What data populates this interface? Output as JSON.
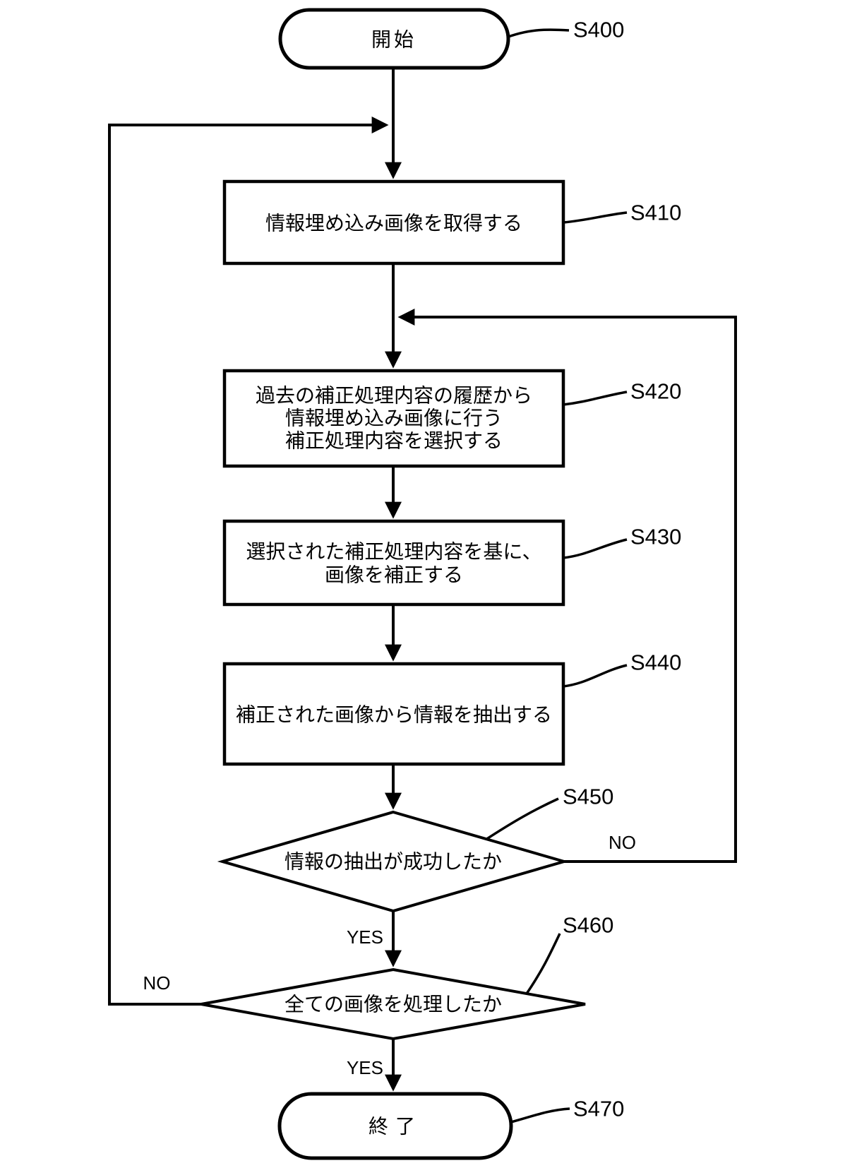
{
  "diagram": {
    "type": "flowchart",
    "colors": {
      "stroke": "#000000",
      "background": "#ffffff"
    },
    "start": {
      "label": "開始",
      "step": "S400"
    },
    "steps": [
      {
        "id": "S410",
        "lines": [
          "情報埋め込み画像を取得する"
        ]
      },
      {
        "id": "S420",
        "lines": [
          "過去の補正処理内容の履歴から",
          "情報埋め込み画像に行う",
          "補正処理内容を選択する"
        ]
      },
      {
        "id": "S430",
        "lines": [
          "選択された補正処理内容を基に、",
          "画像を補正する"
        ]
      },
      {
        "id": "S440",
        "lines": [
          "補正された画像から情報を抽出する"
        ]
      }
    ],
    "decisions": [
      {
        "id": "S450",
        "label": "情報の抽出が成功したか",
        "yes": "YES",
        "no": "NO"
      },
      {
        "id": "S460",
        "label": "全ての画像を処理したか",
        "yes": "YES",
        "no": "NO"
      }
    ],
    "end": {
      "label": "終了",
      "step": "S470"
    }
  }
}
